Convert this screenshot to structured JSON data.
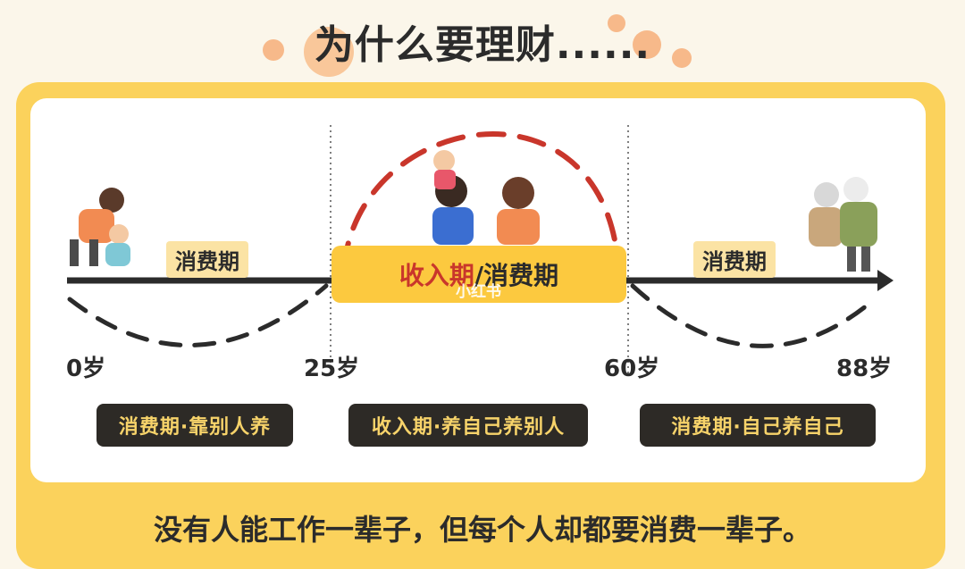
{
  "title": "为什么要理财......",
  "timeline": {
    "left_label": "消费期",
    "right_label": "消费期",
    "center_label_main": "收入期",
    "center_label_sub": "/消费期",
    "ages": [
      "0岁",
      "25岁",
      "60岁",
      "88岁"
    ]
  },
  "stages": [
    "消费期·靠别人养",
    "收入期·养自己养别人",
    "消费期·自己养自己"
  ],
  "footer": "没有人能工作一辈子，但每个人却都要消费一辈子。",
  "watermark": "小红书",
  "colors": {
    "accent_yellow": "#fcc93f",
    "dash_red": "#c9362b",
    "pill_bg": "#2d2a26",
    "pill_text": "#f7d36a"
  }
}
